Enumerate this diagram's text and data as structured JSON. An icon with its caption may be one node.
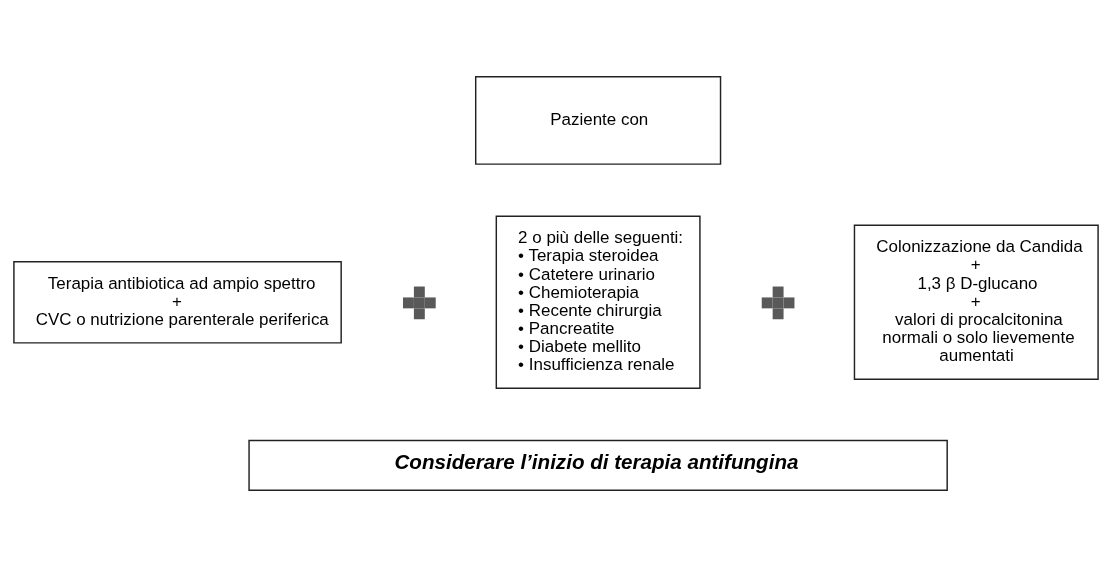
{
  "diagram": {
    "nodes": [
      {
        "text": [
          "Paziente con"
        ]
      },
      {
        "text": [
          "Terapia antibiotica ad ampio spettro",
          "+",
          "CVC o nutrizione parenterale periferica"
        ]
      },
      {
        "text": [],
        "shape": "plus"
      },
      {
        "text": [
          "2 o più delle seguenti:",
          "• Terapia steroidea",
          "• Catetere urinario",
          "• Chemioterapia",
          "• Recente chirurgia",
          "• Pancreatite",
          "• Diabete mellito",
          "• Insufficienza renale"
        ]
      },
      {
        "text": [],
        "shape": "plus"
      },
      {
        "text": [
          "Colonizzazione da Candida",
          "+",
          "1,3 β D-glucano",
          "+",
          "valori di procalcitonina normali o solo lievemente aumentati"
        ]
      },
      {
        "text": [
          "Considerare l’inizio di terapia antifungina"
        ]
      }
    ],
    "edges": []
  }
}
